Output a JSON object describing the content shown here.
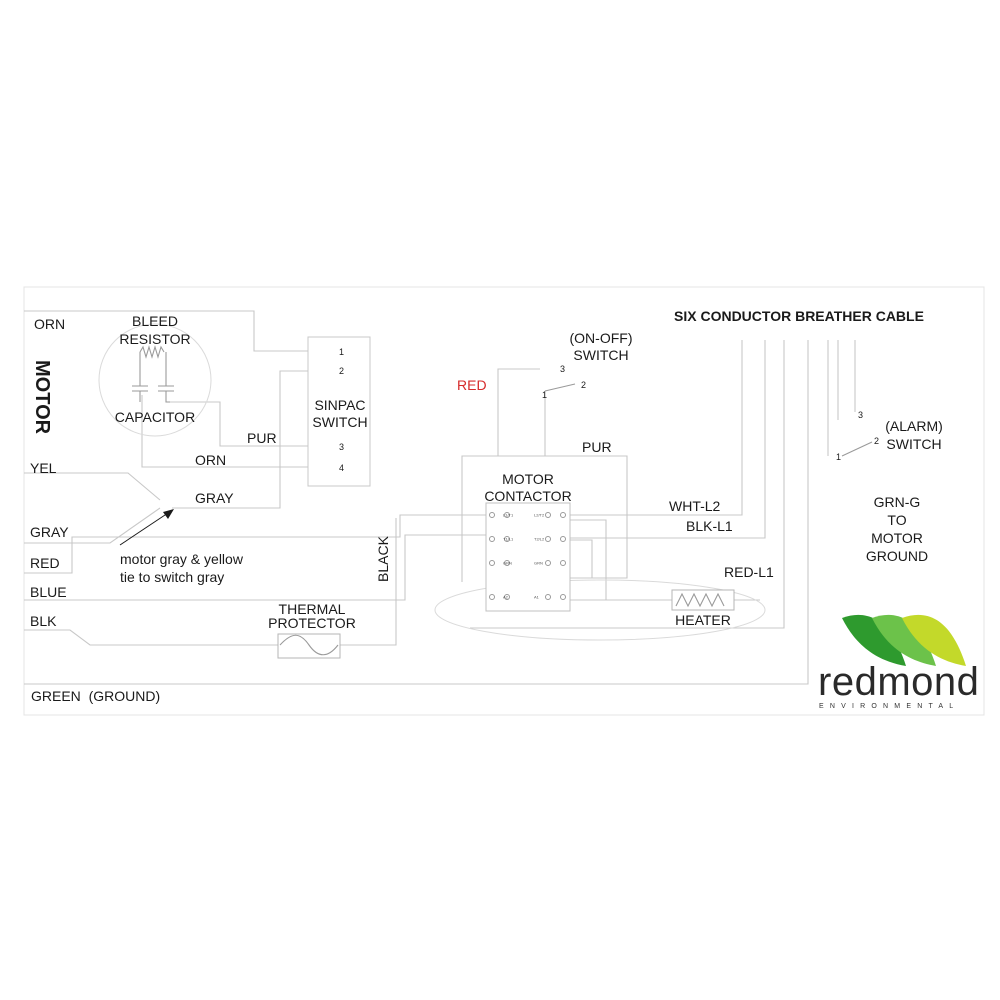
{
  "title": "SIX CONDUCTOR BREATHER CABLE",
  "motor": {
    "label": "MOTOR",
    "wires": {
      "orn": "ORN",
      "yel": "YEL",
      "gray": "GRAY",
      "red": "RED",
      "blue": "BLUE",
      "blk": "BLK",
      "green_ground": "GREEN  (GROUND)"
    }
  },
  "bleed_resistor": {
    "line1": "BLEED",
    "line2": "RESISTOR"
  },
  "capacitor": "CAPACITOR",
  "sinpac_switch": {
    "line1": "SINPAC",
    "line2": "SWITCH",
    "terminals": [
      "1",
      "2",
      "3",
      "4"
    ]
  },
  "wire_labels": {
    "pur_left": "PUR",
    "orn_mid": "ORN",
    "gray_mid": "GRAY",
    "black": "BLACK",
    "red_switch": "RED",
    "pur_right": "PUR",
    "wht_l2": "WHT-L2",
    "blk_l1": "BLK-L1",
    "red_l1": "RED-L1"
  },
  "note": {
    "line1": "motor gray & yellow",
    "line2": "tie to switch gray"
  },
  "thermal_protector": {
    "line1": "THERMAL",
    "line2": "PROTECTOR"
  },
  "on_off_switch": {
    "line1": "(ON-OFF)",
    "line2": "SWITCH",
    "terminals": [
      "3",
      "2",
      "1"
    ]
  },
  "motor_contactor": {
    "line1": "MOTOR",
    "line2": "CONTACTOR",
    "left_terminals": [
      "L1/T1",
      "T1/L1",
      "GRN",
      "A2"
    ],
    "right_terminals": [
      "L2/T2",
      "T2/L2",
      "GRN",
      "A1"
    ]
  },
  "heater": "HEATER",
  "alarm_switch": {
    "line1": "(ALARM)",
    "line2": "SWITCH",
    "terminals": [
      "3",
      "2",
      "1"
    ]
  },
  "ground_note": {
    "line1": "GRN-G",
    "line2": "TO",
    "line3": "MOTOR",
    "line4": "GROUND"
  },
  "logo": {
    "name": "redmond",
    "subtitle": "ENVIRONMENTAL"
  },
  "colors": {
    "red_label": "#d62b2b",
    "logo_green_dark": "#2e9a2e",
    "logo_green_mid": "#6cc24a",
    "logo_green_light": "#c3d92a"
  }
}
